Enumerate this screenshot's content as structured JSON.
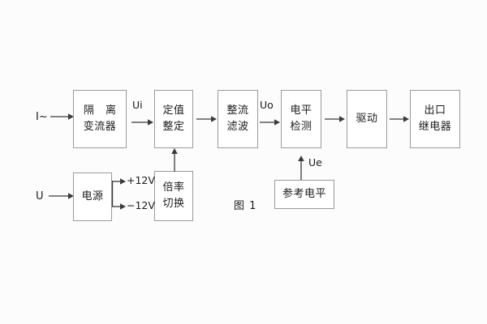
{
  "figure": {
    "caption": "图 1",
    "background_color": "#fcfcfc",
    "box_border_color": "#9a9a9a",
    "line_color": "#3a3a3a",
    "text_color": "#1b1b1b"
  },
  "inputs": [
    {
      "id": "current-input",
      "label": "I~"
    },
    {
      "id": "voltage-input",
      "label": "U"
    }
  ],
  "blocks": [
    {
      "id": "isolation-ct",
      "line1": "隔 离",
      "line2": "变流器"
    },
    {
      "id": "setting-value",
      "line1": "定值",
      "line2": "整定"
    },
    {
      "id": "rectify-filter",
      "line1": "整流",
      "line2": "滤波"
    },
    {
      "id": "level-detect",
      "line1": "电平",
      "line2": "检测"
    },
    {
      "id": "driver",
      "line1": "驱动",
      "line2": ""
    },
    {
      "id": "output-relay",
      "line1": "出口",
      "line2": "继电器"
    },
    {
      "id": "power-supply",
      "line1": "电源",
      "line2": ""
    },
    {
      "id": "multiplier-switch",
      "line1": "倍率",
      "line2": "切换"
    },
    {
      "id": "reference-level",
      "line1": "参考电平",
      "line2": ""
    }
  ],
  "signals": [
    {
      "id": "ui",
      "label": "Ui"
    },
    {
      "id": "uo",
      "label": "Uo"
    },
    {
      "id": "ue",
      "label": "Ue"
    }
  ],
  "rails": [
    {
      "id": "rail-pos",
      "label": "+12V"
    },
    {
      "id": "rail-neg",
      "label": "−12V"
    }
  ]
}
